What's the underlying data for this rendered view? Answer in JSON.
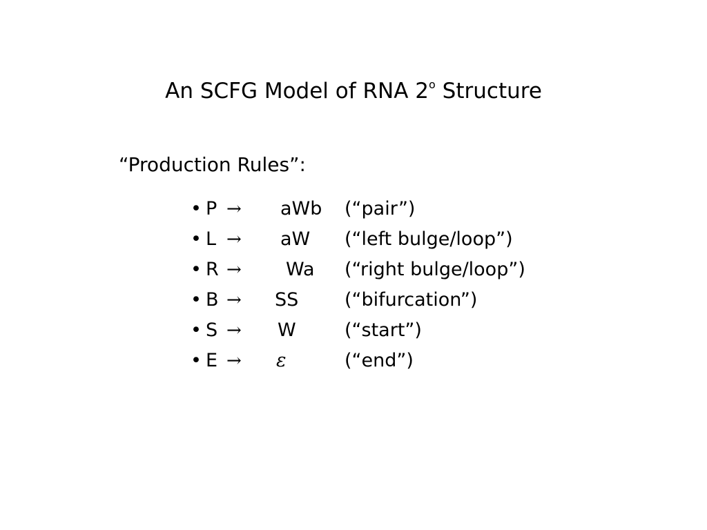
{
  "slide": {
    "title": "An SCFG Model of RNA 2",
    "title_superscript": "o",
    "title_suffix": " Structure",
    "subheading": "“Production Rules”:",
    "bullet": "•",
    "arrow": "→",
    "rules": [
      {
        "lhs": "P",
        "rhs": "aWb",
        "gloss": "(“pair”)"
      },
      {
        "lhs": "L",
        "rhs": "aW",
        "gloss": "(“left bulge/loop”)"
      },
      {
        "lhs": "R",
        "rhs": "Wa",
        "gloss": "(“right bulge/loop”)"
      },
      {
        "lhs": "B",
        "rhs": "SS",
        "gloss": "(“bifurcation”)"
      },
      {
        "lhs": "S",
        "rhs": "W",
        "gloss": "(“start”)"
      },
      {
        "lhs": "E",
        "rhs": "ε",
        "gloss": "(“end”)"
      }
    ]
  }
}
